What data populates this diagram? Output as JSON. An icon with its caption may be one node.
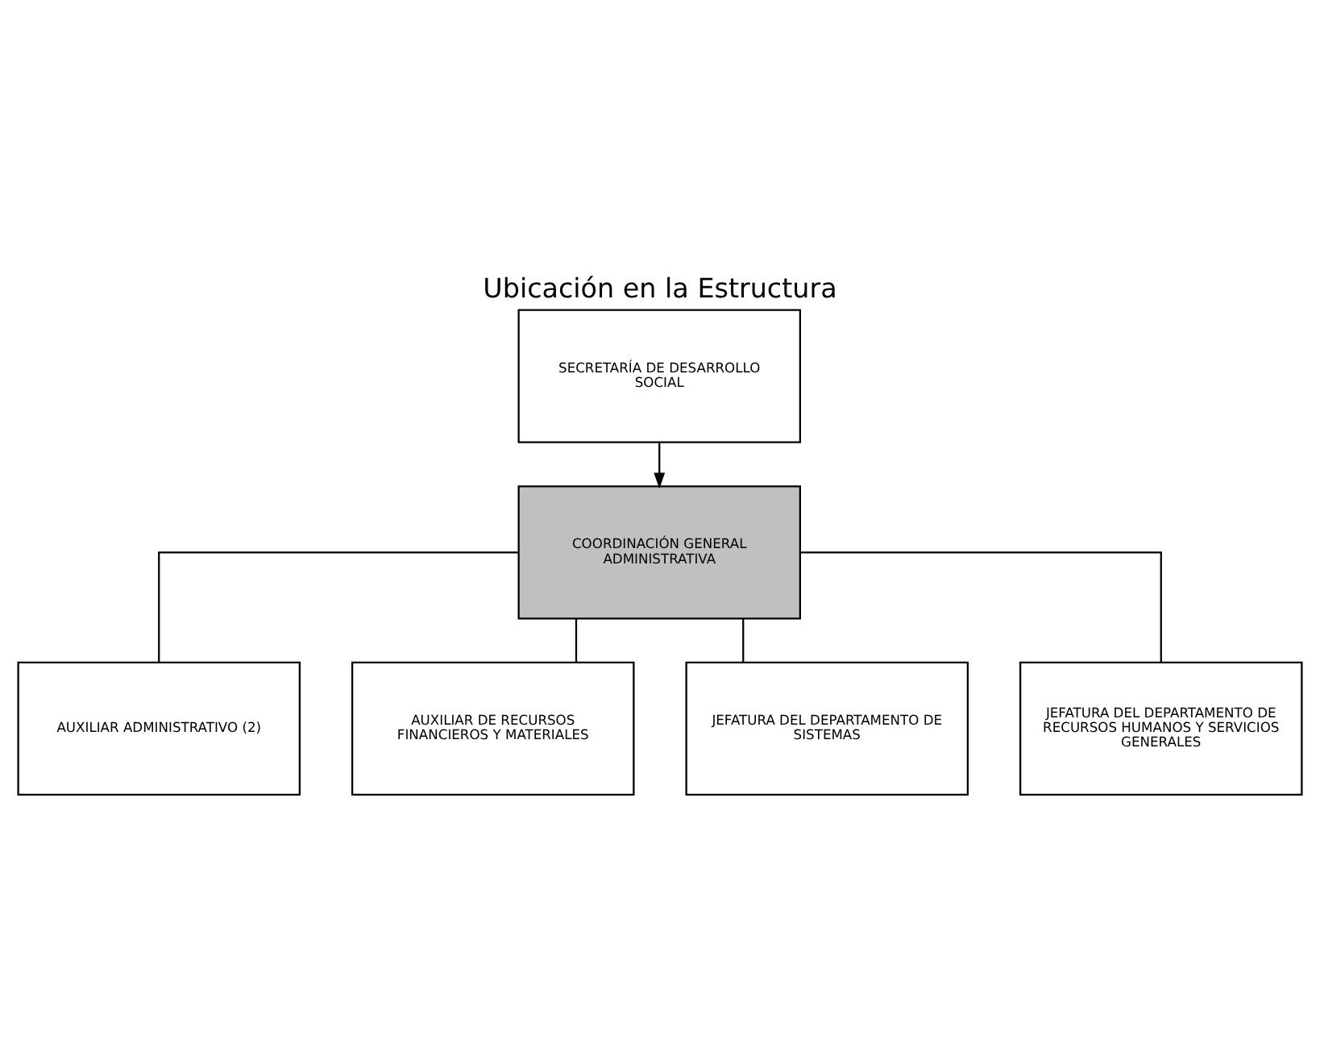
{
  "diagram": {
    "title": "Ubicación en la Estructura",
    "nodes": [
      {
        "text": [
          "SECRETARÍA DE DESARROLLO SOCIAL"
        ]
      },
      {
        "text": [
          "COORDINACIÓN GENERAL ADMINISTRATIVA"
        ]
      },
      {
        "text": [
          "AUXILIAR ADMINISTRATIVO (2)"
        ]
      },
      {
        "text": [
          "AUXILIAR DE RECURSOS FINANCIEROS Y MATERIALES"
        ]
      },
      {
        "text": [
          "JEFATURA DEL DEPARTAMENTO DE SISTEMAS"
        ]
      },
      {
        "text": [
          "JEFATURA DEL DEPARTAMENTO DE RECURSOS HUMANOS Y SERVICIOS GENERALES"
        ]
      }
    ],
    "edges": [
      {
        "from": 0,
        "to": 1,
        "arrow": "to"
      },
      {
        "from": 1,
        "to": 2,
        "arrow": "none"
      },
      {
        "from": 1,
        "to": 3,
        "arrow": "none"
      },
      {
        "from": 1,
        "to": 4,
        "arrow": "none"
      },
      {
        "from": 1,
        "to": 5,
        "arrow": "none"
      }
    ]
  }
}
